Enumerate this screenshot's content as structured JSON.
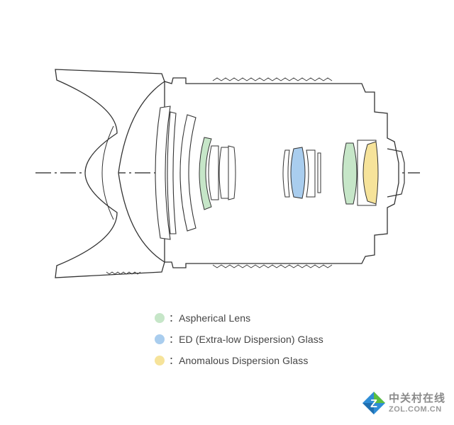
{
  "colors": {
    "outline": "#333333",
    "axis": "#222222",
    "aspherical": "#c6e6c8",
    "ed": "#a9cdee",
    "anomalous": "#f6e39a"
  },
  "legend": {
    "items": [
      {
        "label": "：Aspherical Lens",
        "color": "#c6e6c8"
      },
      {
        "label": "：ED (Extra-low Dispersion) Glass",
        "color": "#a9cdee"
      },
      {
        "label": "：Anomalous Dispersion Glass",
        "color": "#f6e39a"
      }
    ]
  },
  "watermark": {
    "cn_text": "中关村在线",
    "en_text": "ZOL.COM.CN",
    "letter": "Z"
  }
}
